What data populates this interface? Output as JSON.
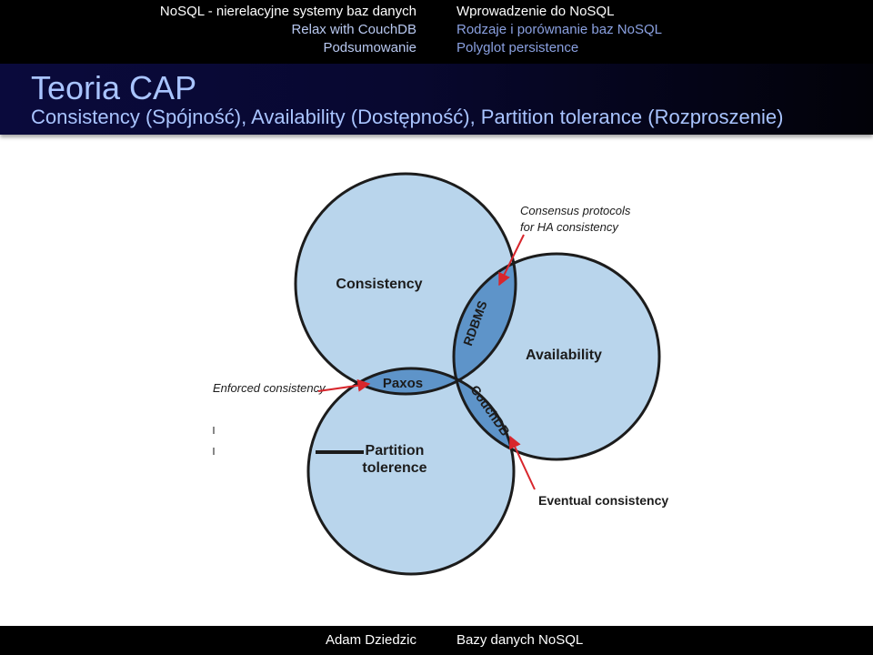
{
  "header": {
    "left_nav": [
      {
        "label": "NoSQL - nierelacyjne systemy baz danych",
        "active": true
      },
      {
        "label": "Relax with CouchDB",
        "active": false
      },
      {
        "label": "Podsumowanie",
        "active": false
      }
    ],
    "right_nav": [
      {
        "label": "Wprowadzenie do NoSQL",
        "active": true
      },
      {
        "label": "Rodzaje i porównanie baz NoSQL",
        "active": false
      },
      {
        "label": "Polyglot persistence",
        "active": false
      }
    ]
  },
  "frame": {
    "title": "Teoria CAP",
    "subtitle": "Consistency (Spójność), Availability (Dostępność), Partition tolerance (Rozproszenie)"
  },
  "diagram": {
    "circles": {
      "consistency": "Consistency",
      "availability": "Availability",
      "partition_line1": "Partition",
      "partition_line2": "tolerence"
    },
    "intersections": {
      "rdbms": "RDBMS",
      "paxos": "Paxos",
      "couchdb": "CouchDB"
    },
    "callouts": {
      "consensus_line1": "Consensus protocols",
      "consensus_line2": "for HA consistency",
      "enforced": "Enforced consistency",
      "eventual": "Eventual consistency"
    },
    "colors": {
      "circle_fill": "#b9d5ec",
      "circle_stroke": "#1c1c1c",
      "overlap_fill": "#5e94c9",
      "arrow": "#d8262c"
    }
  },
  "footer": {
    "author": "Adam Dziedzic",
    "course": "Bazy danych NoSQL"
  }
}
